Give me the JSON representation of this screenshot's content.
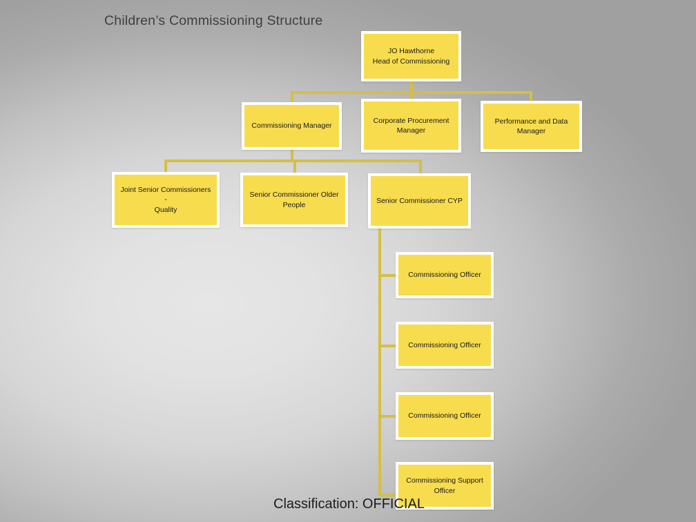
{
  "slide": {
    "title": "Children’s Commissioning Structure",
    "footer": "Classification: OFFICIAL",
    "colors": {
      "node_fill": "#F7DC4E",
      "node_border": "#FFFFFF",
      "connector": "#D4BF45",
      "background_center": "#E6E6E6",
      "background_edge": "#A0A0A0",
      "text": "#1A1A1A"
    }
  },
  "chart_data": {
    "type": "diagram",
    "diagram_kind": "org-chart",
    "title": "Children’s Commissioning Structure",
    "nodes": [
      {
        "id": "head",
        "label": "JO Hawthorne\nHead of Commissioning",
        "line1": "JO Hawthorne",
        "line2": "Head of Commissioning",
        "level": 0
      },
      {
        "id": "comm-mgr",
        "label": "Commissioning Manager",
        "line1": "Commissioning Manager",
        "line2": "",
        "level": 1
      },
      {
        "id": "corp-proc-mgr",
        "label": "Corporate Procurement Manager",
        "line1": "Corporate Procurement",
        "line2": "Manager",
        "level": 1
      },
      {
        "id": "perf-data-mgr",
        "label": "Performance and Data Manager",
        "line1": "Performance and Data",
        "line2": "Manager",
        "level": 1
      },
      {
        "id": "joint-quality",
        "label": "Joint Senior Commissioners - Quality",
        "line1": "Joint Senior Commissioners -",
        "line2": "Quality",
        "level": 2
      },
      {
        "id": "sc-older",
        "label": "Senior Commissioner Older People",
        "line1": "Senior Commissioner Older",
        "line2": "People",
        "level": 2
      },
      {
        "id": "sc-cyp",
        "label": "Senior Commissioner CYP",
        "line1": "Senior Commissioner CYP",
        "line2": "",
        "level": 2
      },
      {
        "id": "co-1",
        "label": "Commissioning Officer",
        "line1": "Commissioning Officer",
        "line2": "",
        "level": 3
      },
      {
        "id": "co-2",
        "label": "Commissioning Officer",
        "line1": "Commissioning Officer",
        "line2": "",
        "level": 3
      },
      {
        "id": "co-3",
        "label": "Commissioning Officer",
        "line1": "Commissioning Officer",
        "line2": "",
        "level": 3
      },
      {
        "id": "cso",
        "label": "Commissioning Support Officer",
        "line1": "Commissioning Support",
        "line2": "Officer",
        "level": 3
      }
    ],
    "edges": [
      {
        "from": "head",
        "to": "comm-mgr"
      },
      {
        "from": "head",
        "to": "corp-proc-mgr"
      },
      {
        "from": "head",
        "to": "perf-data-mgr"
      },
      {
        "from": "comm-mgr",
        "to": "joint-quality"
      },
      {
        "from": "comm-mgr",
        "to": "sc-older"
      },
      {
        "from": "comm-mgr",
        "to": "sc-cyp"
      },
      {
        "from": "sc-cyp",
        "to": "co-1"
      },
      {
        "from": "sc-cyp",
        "to": "co-2"
      },
      {
        "from": "sc-cyp",
        "to": "co-3"
      },
      {
        "from": "sc-cyp",
        "to": "cso"
      }
    ]
  }
}
